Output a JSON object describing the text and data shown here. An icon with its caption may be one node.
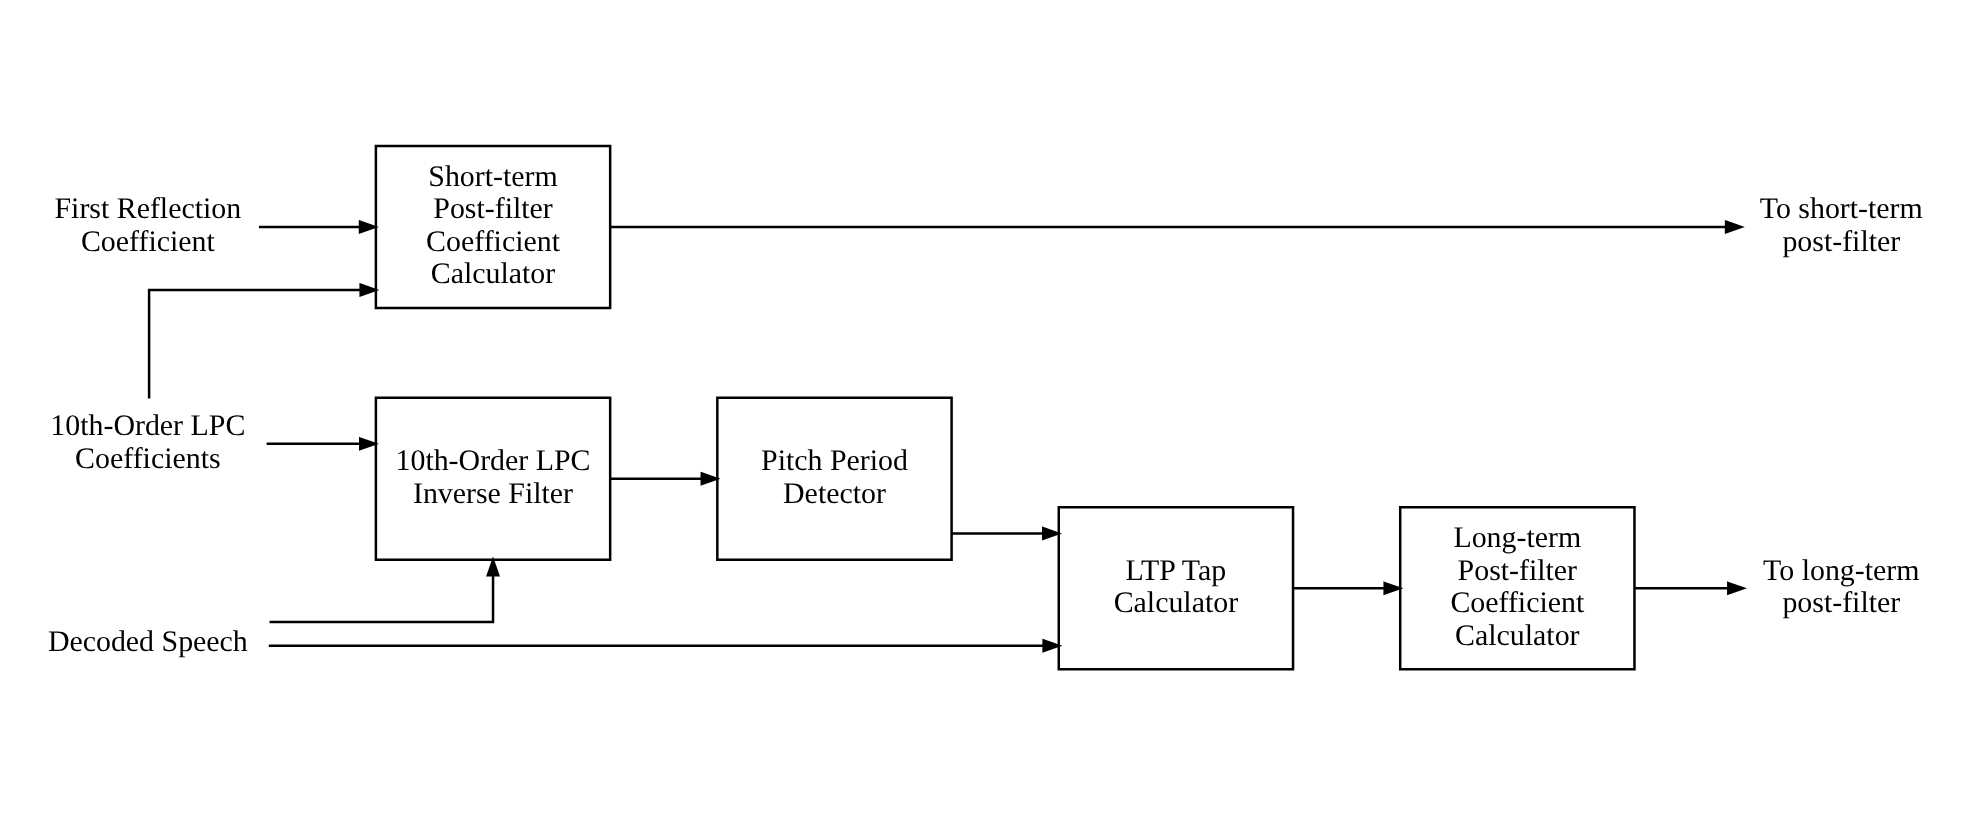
{
  "diagram": {
    "nodes": [
      {
        "text": [
          "First Reflection Coefficient"
        ]
      },
      {
        "text": [
          "10th-Order LPC Coefficients"
        ]
      },
      {
        "text": [
          "Short-term Post-filter Coefficient Calculator"
        ]
      },
      {
        "text": [
          "To short-term post-filter"
        ]
      },
      {
        "text": [
          "10th-Order LPC Inverse Filter"
        ]
      },
      {
        "text": [
          "Pitch Period Detector"
        ]
      },
      {
        "text": [
          "Decoded Speech"
        ]
      },
      {
        "text": [
          "LTP Tap Calculator"
        ]
      },
      {
        "text": [
          "Long-term Post-filter Coefficient Calculator"
        ]
      },
      {
        "text": [
          "To long-term post-filter"
        ]
      }
    ],
    "edges": [
      {
        "from": 0,
        "to": 2,
        "arrow": "to"
      },
      {
        "from": 1,
        "to": 2,
        "arrow": "to"
      },
      {
        "from": 2,
        "to": 3,
        "arrow": "to"
      },
      {
        "from": 1,
        "to": 4,
        "arrow": "to"
      },
      {
        "from": 6,
        "to": 4,
        "arrow": "to"
      },
      {
        "from": 4,
        "to": 5,
        "arrow": "to"
      },
      {
        "from": 6,
        "to": 7,
        "arrow": "to"
      },
      {
        "from": 5,
        "to": 7,
        "arrow": "to"
      },
      {
        "from": 7,
        "to": 8,
        "arrow": "to"
      },
      {
        "from": 8,
        "to": 9,
        "arrow": "to"
      }
    ]
  }
}
